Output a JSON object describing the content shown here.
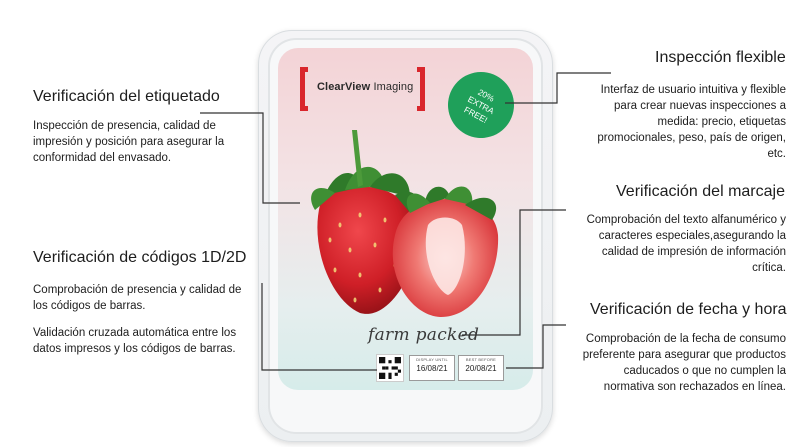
{
  "callouts": {
    "etiquetado": {
      "title": "Verificación del etiquetado",
      "text": "Inspección de presencia, calidad de impresión y posición para asegurar la conformidad del envasado."
    },
    "codigos": {
      "title": "Verificación de códigos 1D/2D",
      "text1": "Comprobación de presencia y calidad de los códigos de barras.",
      "text2": "Validación cruzada automática entre los datos impresos y los códigos de barras."
    },
    "flexible": {
      "title": "Inspección flexible",
      "text": "Interfaz de usuario intuitiva y flexible para crear nuevas inspecciones a medida: precio, etiquetas promocionales, peso, país de origen, etc."
    },
    "marcaje": {
      "title": "Verificación del marcaje",
      "text": "Comprobación del texto alfanumérico y caracteres especiales,asegurando la calidad de impresión de información crítica."
    },
    "fecha": {
      "title": "Verificación de fecha y hora",
      "text": "Comprobación de la fecha de consumo preferente para asegurar que productos caducados o que no cumplen la normativa son rechazados en línea."
    }
  },
  "package": {
    "brand_bold": "ClearView",
    "brand_light": " Imaging",
    "badge": "20% EXTRA FREE!",
    "farm": "farm packed",
    "date1_caption": "DISPLAY UNTIL",
    "date1_value": "16/08/21",
    "date2_caption": "BEST BEFORE",
    "date2_value": "20/08/21"
  },
  "colors": {
    "brand_red": "#d9262c",
    "badge_green": "#1fa05a",
    "strawberry_red": "#d4262d",
    "leaf_green": "#2f7a2a"
  }
}
